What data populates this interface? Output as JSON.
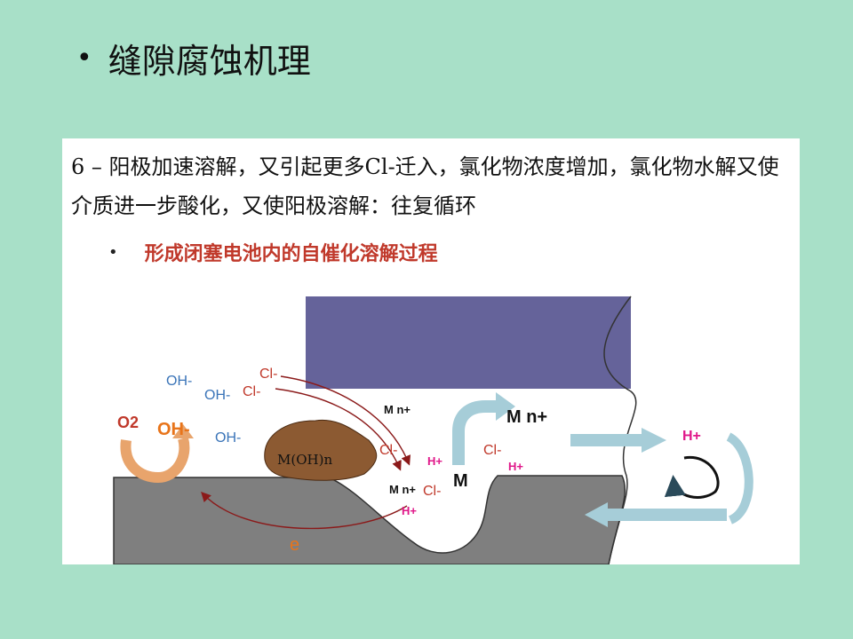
{
  "title": "缝隙腐蚀机理",
  "description": "6 – 阳极加速溶解，又引起更多Cl-迁入，氯化物浓度增加，氯化物水解又使介质进一步酸化，又使阳极溶解：往复循环",
  "subpoint": "形成闭塞电池内的自催化溶解过程",
  "diagram": {
    "oh_labels": [
      "OH-",
      "OH-",
      "OH-"
    ],
    "cl_labels": [
      "Cl-",
      "Cl-",
      "Cl-",
      "Cl-",
      "Cl-"
    ],
    "o2": "O2",
    "oh_big": "OH-",
    "moh": "M(OH)n",
    "mn": "M n+",
    "m": "M",
    "h": "H+",
    "e": "e",
    "colors": {
      "background": "#a8e0c8",
      "upper_block": "#65639a",
      "metal": "#7f7f7f",
      "deposit": "#8c5a32",
      "arrow_light": "#a6cdd8",
      "orange_arrow": "#e8a46c",
      "red_text": "#c0392b",
      "magenta": "#e0188a",
      "blue_text": "#3a74b8",
      "curve": "#8b1a1a"
    }
  }
}
